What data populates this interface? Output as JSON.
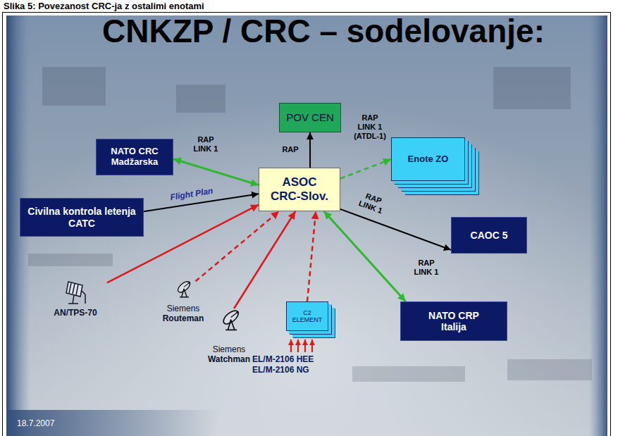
{
  "diagram": {
    "title": "CNKZP / CRC – sodelovanje:",
    "caption": "Slika 5: Povezanost CRC-ja z ostalimi enotami",
    "nodes": [
      {
        "text": [
          "POV CEN"
        ]
      },
      {
        "text": [
          "NATO CRC Madžarska"
        ]
      },
      {
        "text": [
          "ASOC",
          "CRC-Slov."
        ]
      },
      {
        "text": [
          "Enote ZO"
        ]
      },
      {
        "text": [
          "Civilna kontrola letenja CATC"
        ]
      },
      {
        "text": [
          "CAOC 5"
        ]
      },
      {
        "text": [
          "AN/TPS-70"
        ]
      },
      {
        "text": [
          "Siemens",
          "Routeman"
        ]
      },
      {
        "text": [
          "Siemens",
          "Watchman"
        ]
      },
      {
        "text": [
          "C2 ELEMENT"
        ]
      },
      {
        "text": [
          "NATO CRP Italija"
        ]
      }
    ],
    "edges": [
      {
        "from": 1,
        "to": 2,
        "arrow": "both",
        "label": "RAP LINK 1"
      },
      {
        "from": 2,
        "to": 0,
        "arrow": "to",
        "label": "RAP"
      },
      {
        "from": 2,
        "to": 3,
        "arrow": "to",
        "label": "RAP LINK 1 (ATDL-1)"
      },
      {
        "from": 4,
        "to": 2,
        "arrow": "to",
        "label": "Flight Plan"
      },
      {
        "from": 2,
        "to": 5,
        "arrow": "to",
        "label": "RAP LINK 1"
      },
      {
        "from": 2,
        "to": 10,
        "arrow": "both",
        "label": "RAP LINK 1"
      },
      {
        "from": 6,
        "to": 2,
        "arrow": "to"
      },
      {
        "from": 7,
        "to": 2,
        "arrow": "to"
      },
      {
        "from": 8,
        "to": 2,
        "arrow": "to"
      },
      {
        "from": 9,
        "to": 2,
        "arrow": "to"
      }
    ],
    "labels": [
      "EL/M-2106 HEE",
      "EL/M-2106 NG",
      "18.7.2007"
    ]
  }
}
